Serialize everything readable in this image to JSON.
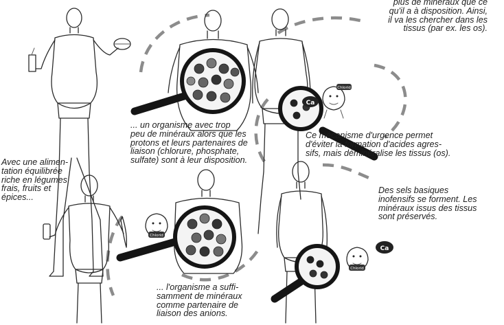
{
  "captions": {
    "c1": "plus de minéraux que ce\nqu'il a à disposition. Ainsi,\nil va les chercher dans les\ntissus (par ex. les os).",
    "c2": "... un organisme avec trop\npeu de minéraux alors que les\nprotons et leurs partenaires de\nliaison (chlorure, phosphate,\nsulfate) sont à leur disposition.",
    "c3": "Ce mécanisme d'urgence permet\nd'éviter la formation d'acides agres-\nsifs, mais déminéralise les tissus (os).",
    "c4": "Avec une alimen-\ntation équilibrée\nriche en légumes\nfrais, fruits et\népices...",
    "c5": "Des sels basiques\ninofensifs se forment. Les\nminéraux issus des tissus\nsont préservés.",
    "c6": "... l'organisme a suffi-\nsamment de minéraux\ncomme partenaire de\nliaison des anions."
  },
  "labels": {
    "chloride": "Chlorid",
    "calcium": "Ca"
  },
  "colors": {
    "ink": "#1e1e1e",
    "dash": "#8c8c8c",
    "lens": "#151515"
  }
}
